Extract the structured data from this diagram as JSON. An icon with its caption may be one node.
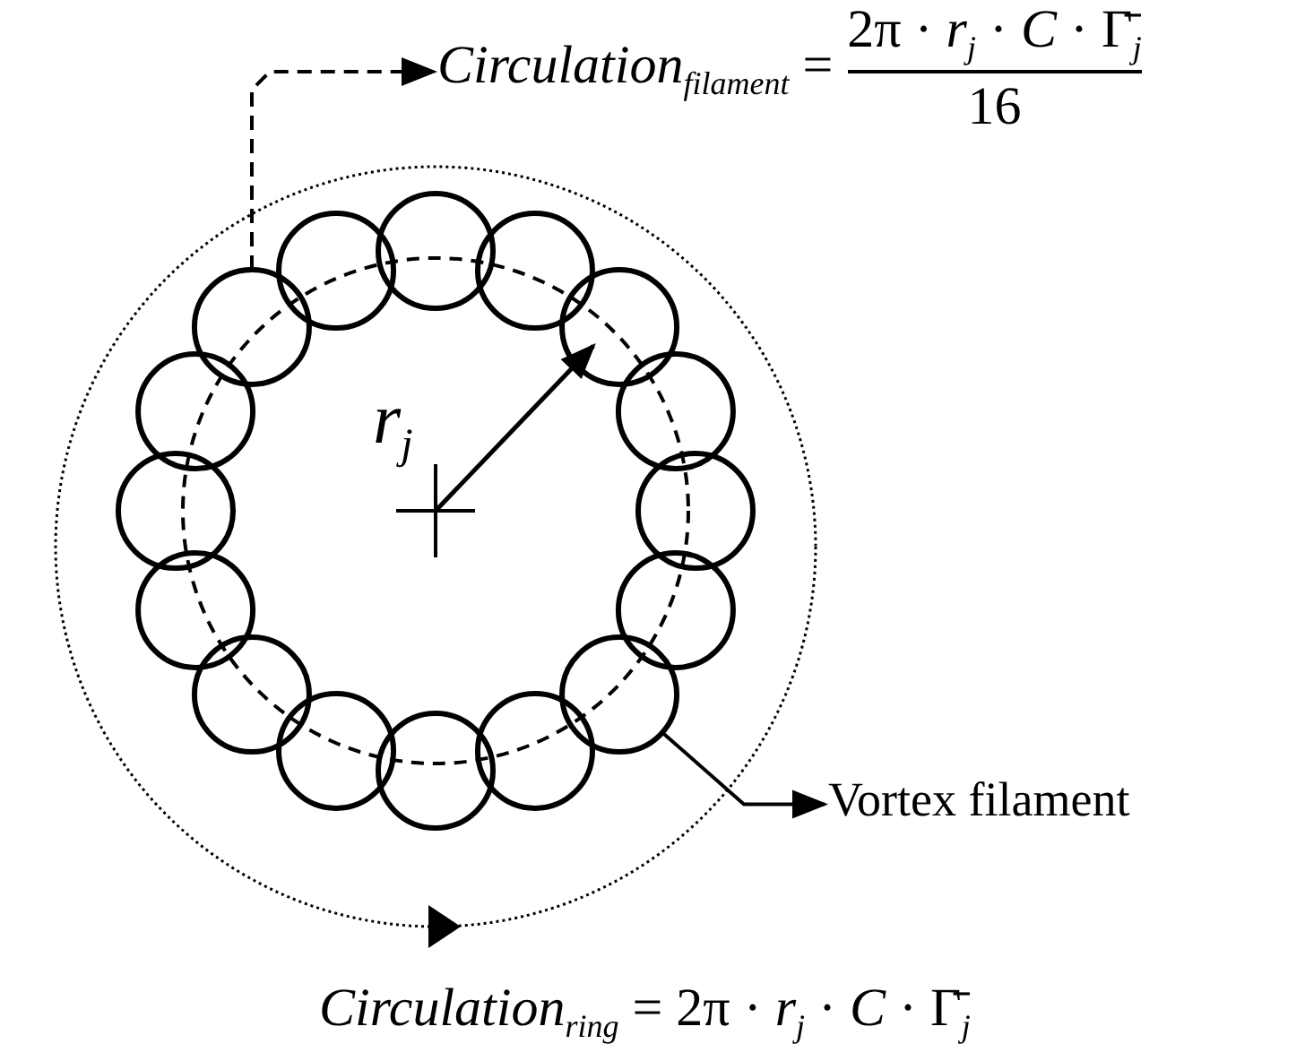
{
  "diagram": {
    "nodes": [
      {
        "text": [
          "*Circulation*$_{filament}$ =",
          "2π · *r*$_{j}$ · *C* · Γ̄$_{j}$",
          "16"
        ]
      },
      {
        "text": [],
        "shape": "circle"
      },
      {
        "text": [
          "Vortex filament"
        ]
      },
      {
        "text": [],
        "shape": "circle"
      }
    ],
    "edges": [
      {
        "from": 1,
        "to": 0,
        "arrow": "to",
        "style": "dashed"
      },
      {
        "from": 3,
        "to": 2,
        "arrow": "to"
      }
    ],
    "labels": [
      "*r*$_{j}$",
      "*Circulation*$_{ring}$ = 2π · *r*$_{j}$ · *C* · Γ̄$_{j}$"
    ]
  }
}
